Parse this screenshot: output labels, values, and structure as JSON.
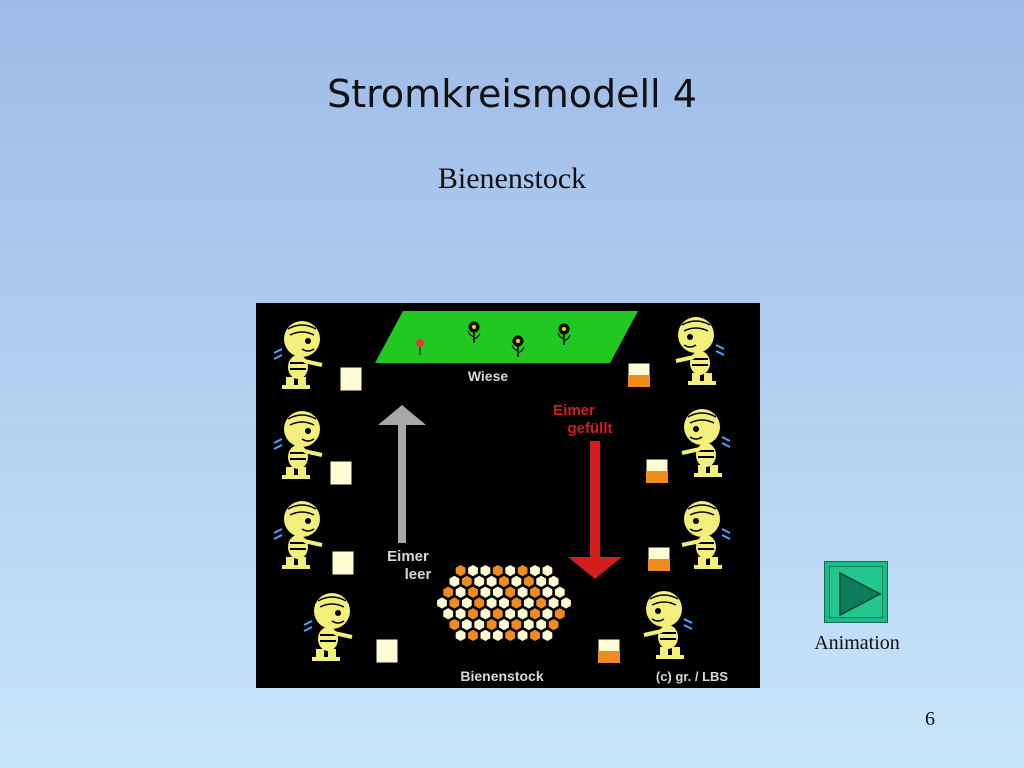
{
  "slide": {
    "title": "Stromkreismodell 4",
    "subtitle": "Bienenstock",
    "page_number": "6"
  },
  "figure": {
    "label_meadow": "Wiese",
    "label_filled_line1": "Eimer",
    "label_filled_line2": "gefüllt",
    "label_empty_line1": "Eimer",
    "label_empty_line2": "leer",
    "label_hive": "Bienenstock",
    "copyright": "(c) gr. / LBS",
    "colors": {
      "background": "#000000",
      "meadow": "#22c822",
      "bee": "#f2f07a",
      "empty_arrow": "#a8a8a8",
      "filled_arrow": "#d21e1e",
      "honey": "#f08c1e"
    }
  },
  "animation": {
    "label": "Animation",
    "icon": "play-icon"
  }
}
